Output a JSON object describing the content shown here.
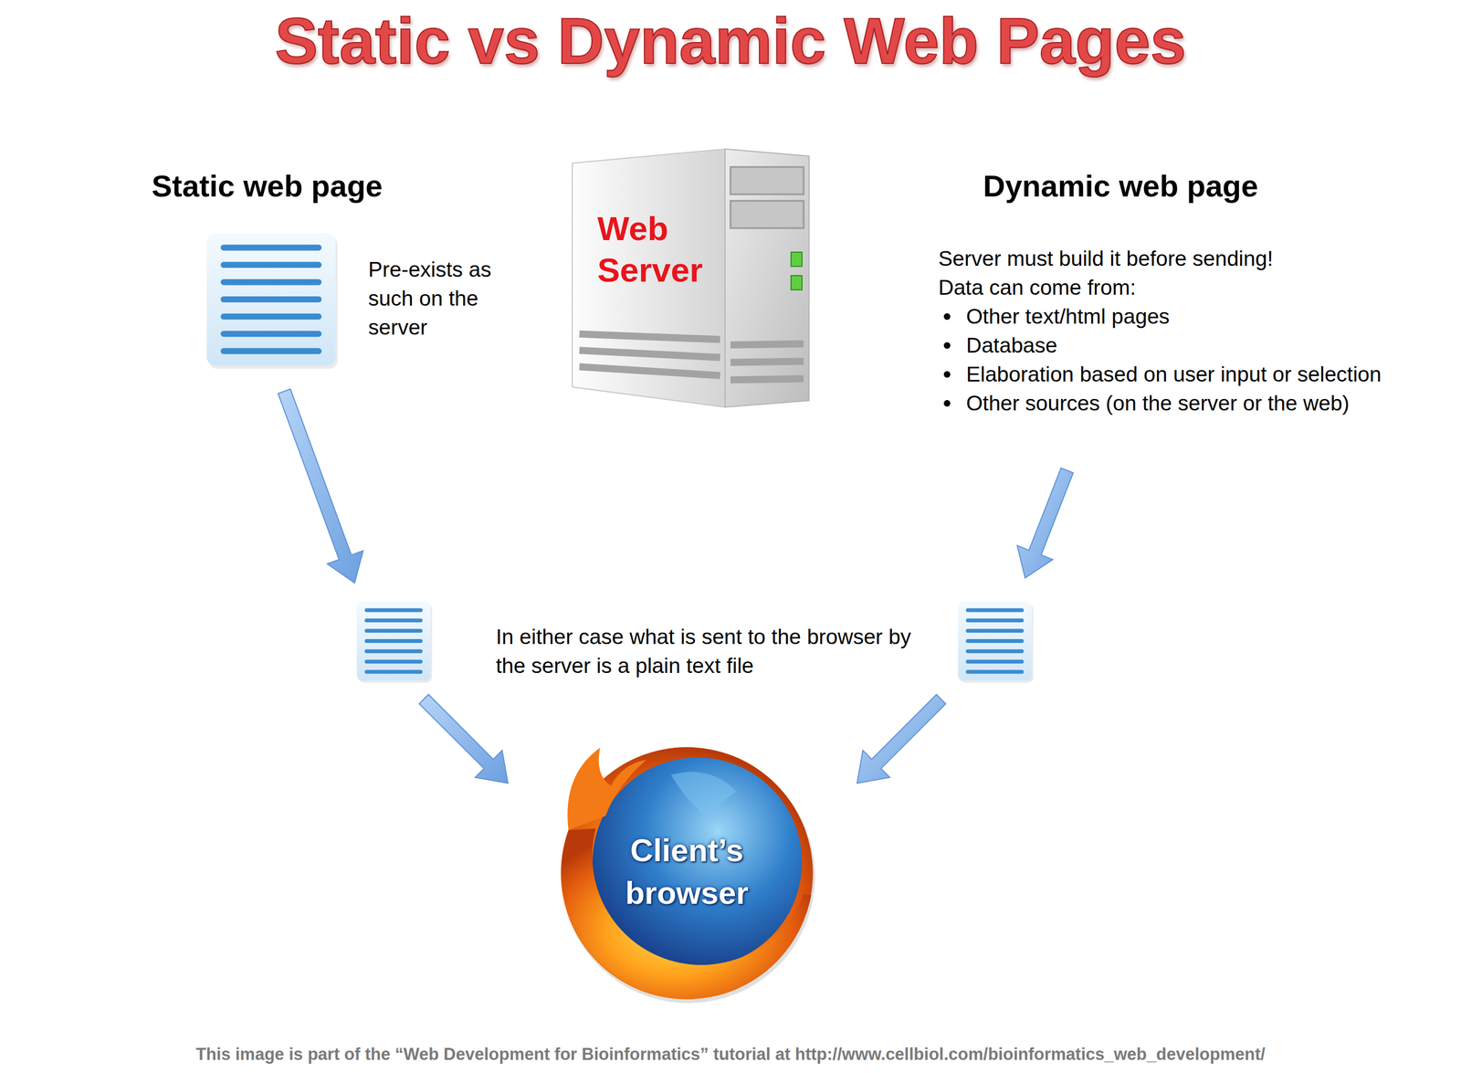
{
  "diagram": {
    "title": "Static vs Dynamic Web Pages",
    "caption": "This image is part of the “Web Development for Bioinformatics” tutorial at http://www.cellbiol.com/bioinformatics_web_development/",
    "nodes": [
      {
        "text": [
          "Static web page",
          "Pre-exists as such on the server"
        ]
      },
      {
        "text": [
          "Web Server"
        ]
      },
      {
        "text": [
          "Dynamic web page",
          "Server must build it before sending!",
          "Data can come from:",
          "Other text/html pages",
          "Database",
          "Elaboration based on user input or selection",
          "Other sources (on the server or the web)"
        ]
      },
      {
        "text": [
          "Client’s browser"
        ]
      }
    ],
    "edges": [
      {
        "from": 0,
        "to": 3,
        "arrow": "to"
      },
      {
        "from": 2,
        "to": 3,
        "arrow": "to"
      }
    ],
    "labels": [
      "In either case what is sent to the browser by the server is a plain text file"
    ]
  }
}
